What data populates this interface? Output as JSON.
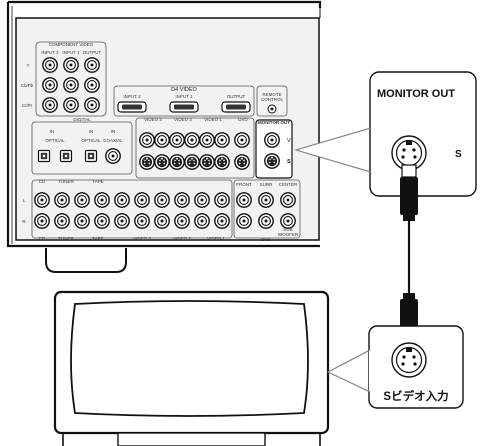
{
  "panel": {
    "component_video": "COMPONENT VIDEO",
    "input2": "INPUT 2",
    "input1": "INPUT 1",
    "output": "OUTPUT",
    "y": "Y",
    "cb_pb": "Cb/Pb",
    "cr_pr": "Cr/Pr",
    "d4_video": "D4 VIDEO",
    "d4_input2": "INPUT 2",
    "d4_input1": "INPUT 1",
    "d4_output": "OUTPUT",
    "remote": "REMOTE",
    "control": "CONTROL",
    "digital": "DIGITAL",
    "optical": "OPTICAL",
    "coaxial": "COAXIAL",
    "in": "IN",
    "video3": "VIDEO 3",
    "video2": "VIDEO 2",
    "video1": "VIDEO 1",
    "dvd": "DVD",
    "monitor_out": "MONITOR OUT",
    "v": "V",
    "s": "S",
    "cd": "CD",
    "tuner": "TUNER",
    "tape": "TAPE",
    "l": "L",
    "r": "R",
    "front": "FRONT",
    "surr": "SURR",
    "center": "CENTER",
    "sub": "SUB",
    "woofer": "WOOFER"
  },
  "callouts": {
    "top_title": "MONITOR OUT",
    "top_s": "S",
    "bottom_label": "Sビデオ入力"
  }
}
